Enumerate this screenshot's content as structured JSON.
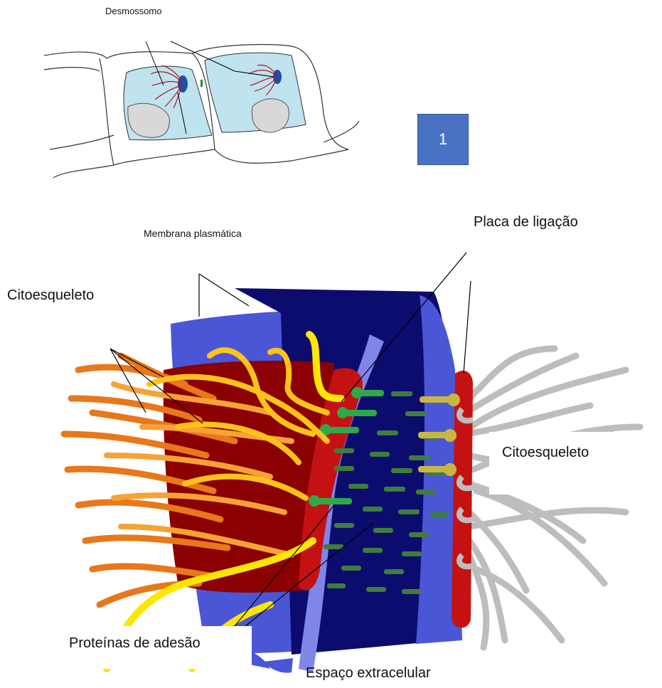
{
  "top_diagram": {
    "title": "Desmossomo"
  },
  "badge": {
    "value": "1"
  },
  "labels": {
    "membrana": "Membrana plasmática",
    "placa": "Placa de ligação",
    "citoesqueleto_left": "Citoesqueleto",
    "citoesqueleto_right": "Citoesqueleto",
    "proteinas": "Proteínas de adesão",
    "espaco": "Espaço extracelular"
  },
  "colors": {
    "membrane_outer": "#4b56d6",
    "membrane_dark": "#0c0c6e",
    "membrane_light": "#7f86e8",
    "plaque": "#c41212",
    "cytoplasm_dark": "#8b0000",
    "filament_orange": "#f08a1e",
    "filament_yellow": "#ffd11a",
    "filament_gray": "#bdbdbd",
    "adhesion_green": "#2fa84a",
    "cell_fill": "#bfe3ef",
    "badge_blue": "#4a72c4"
  }
}
